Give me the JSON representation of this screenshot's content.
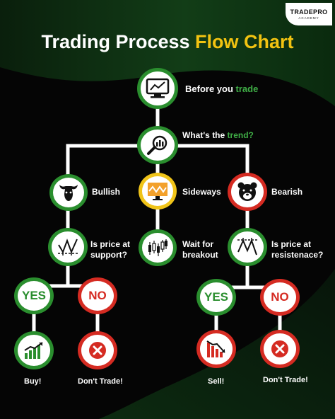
{
  "brand": {
    "name": "TRADEPRO",
    "tagline": "ACADEMY"
  },
  "title": {
    "main": "Trading Process ",
    "accent": "Flow Chart"
  },
  "nodes": {
    "before": {
      "text": "Before you ",
      "accent": "trade"
    },
    "trend": {
      "text": "What's the ",
      "accent": "trend?"
    },
    "bullish": "Bullish",
    "sideways": "Sideways",
    "bearish": "Bearish",
    "support_q": [
      "Is price at",
      "support?"
    ],
    "breakout": [
      "Wait for",
      "breakout"
    ],
    "resistance_q": [
      "Is price at",
      "resistenace?"
    ],
    "yes": "YES",
    "no": "NO",
    "buy": "Buy!",
    "dont_trade": "Don't Trade!",
    "sell": "Sell!"
  },
  "colors": {
    "green": "#2a8e2e",
    "red": "#d52b22",
    "yellow": "#f0c419",
    "accent_title": "#f2c311",
    "background": "#050505"
  },
  "icons": {
    "before": "chart-monitor-icon",
    "trend": "magnifier-chart-icon",
    "bullish": "bull-icon",
    "sideways": "sideways-chart-icon",
    "bearish": "bear-icon",
    "support": "support-chart-icon",
    "breakout": "candlestick-icon",
    "resistance": "resistance-chart-icon",
    "buy": "bar-chart-up-icon",
    "sell": "bar-chart-down-icon",
    "dont_trade": "x-icon"
  }
}
